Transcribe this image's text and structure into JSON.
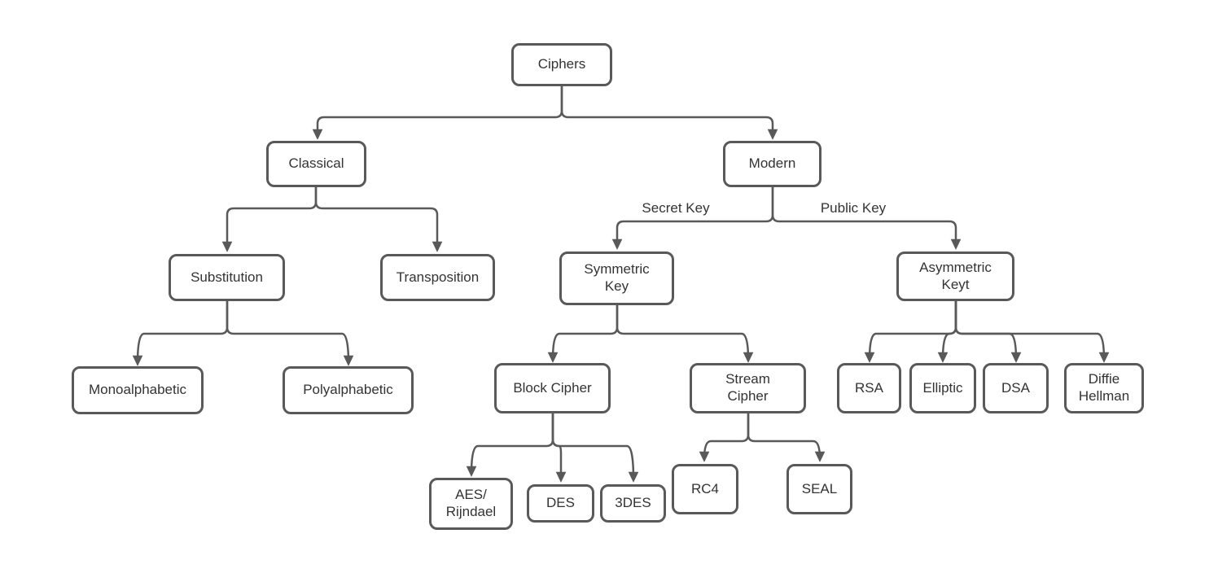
{
  "diagram": {
    "title": "Ciphers classification tree",
    "colors": {
      "node_border": "#595959",
      "node_fill": "#ffffff",
      "connector": "#595959",
      "text": "#333333",
      "background": "#ffffff"
    },
    "nodes": {
      "ciphers": "Ciphers",
      "classical": "Classical",
      "modern": "Modern",
      "substitution": "Substitution",
      "transposition": "Transposition",
      "symmetric_key": "Symmetric\nKey",
      "asymmetric_key": "Asymmetric\nKeyt",
      "monoalphabetic": "Monoalphabetic",
      "polyalphabetic": "Polyalphabetic",
      "block_cipher": "Block Cipher",
      "stream_cipher": "Stream\nCipher",
      "rsa": "RSA",
      "elliptic": "Elliptic",
      "dsa": "DSA",
      "diffie_hellman": "Diffie\nHellman",
      "aes_rijndael": "AES/\nRijndael",
      "des": "DES",
      "triple_des": "3DES",
      "rc4": "RC4",
      "seal": "SEAL"
    },
    "edge_labels": {
      "secret_key": "Secret Key",
      "public_key": "Public Key"
    }
  }
}
